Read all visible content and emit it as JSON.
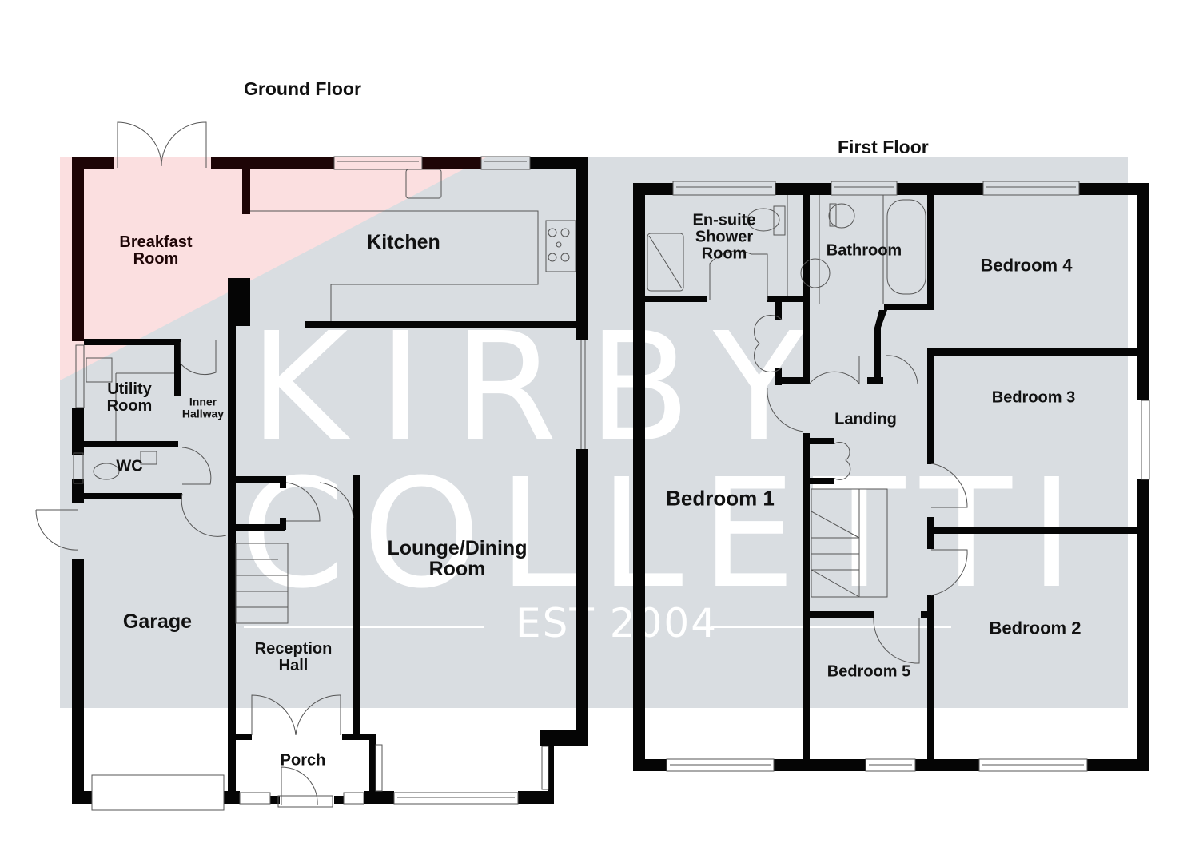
{
  "ground_floor": {
    "title": "Ground Floor",
    "rooms": {
      "breakfast": "Breakfast\nRoom",
      "kitchen": "Kitchen",
      "utility": "Utility\nRoom",
      "inner_hallway": "Inner\nHallway",
      "wc": "WC",
      "garage": "Garage",
      "reception_hall": "Reception\nHall",
      "lounge": "Lounge/Dining\nRoom",
      "porch": "Porch"
    }
  },
  "first_floor": {
    "title": "First Floor",
    "rooms": {
      "ensuite": "En-suite\nShower\nRoom",
      "bathroom": "Bathroom",
      "bedroom4": "Bedroom 4",
      "bedroom3": "Bedroom 3",
      "landing": "Landing",
      "bedroom1": "Bedroom 1",
      "bedroom2": "Bedroom 2",
      "bedroom5": "Bedroom 5"
    }
  },
  "watermark": {
    "line1": "KIRBY",
    "line2": "COLLETTI",
    "line3": "EST 2004",
    "band_color": "#d9dde1",
    "highlight_color": "#fbdfe0"
  },
  "colors": {
    "wall": "#050505",
    "highlight_wall": "#1e0506",
    "text": "#111111"
  }
}
